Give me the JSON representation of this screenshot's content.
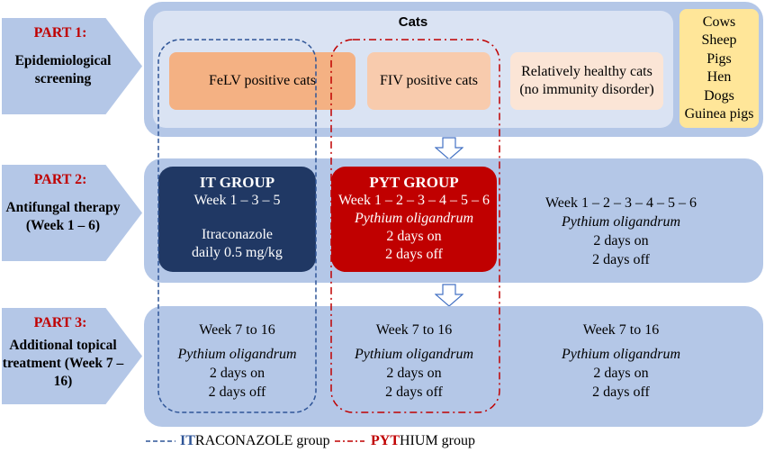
{
  "parts": [
    {
      "number": "PART 1:",
      "label": "Epidemiological screening"
    },
    {
      "number": "PART 2:",
      "label": "Antifungal therapy (Week 1 – 6)"
    },
    {
      "number": "PART 3:",
      "label": "Additional topical treatment (Week 7 – 16)"
    }
  ],
  "screening": {
    "cats_title": "Cats",
    "felv": "FeLV positive cats",
    "fiv": "FIV positive cats",
    "healthy": "Relatively healthy cats (no immunity disorder)",
    "other_animals": [
      "Cows",
      "Sheep",
      "Pigs",
      "Hen",
      "Dogs",
      "Guinea pigs"
    ]
  },
  "therapy": {
    "it": {
      "title": "IT GROUP",
      "weeks": "Week 1 – 3 – 5",
      "drug": "Itraconazole",
      "dose": "daily 0.5 mg/kg"
    },
    "pyt": {
      "title": "PYT GROUP",
      "weeks": "Week 1 – 2 – 3 – 4 – 5 – 6",
      "drug": "Pythium oligandrum",
      "on": "2 days on",
      "off": "2 days off"
    },
    "other": {
      "weeks": "Week 1 – 2 – 3 – 4 – 5 – 6",
      "drug": "Pythium oligandrum",
      "on": "2 days on",
      "off": "2 days off"
    }
  },
  "topical": {
    "weeks": "Week 7 to 16",
    "drug": "Pythium oligandrum",
    "on": "2 days on",
    "off": "2 days off"
  },
  "legend": {
    "it_prefix": "IT",
    "it_rest": "RACONAZOLE group",
    "pyt_prefix": "PYT",
    "pyt_rest": "HIUM group"
  },
  "colors": {
    "it": "#203864",
    "pyt": "#c00000",
    "panel": "#b4c7e7",
    "felv": "#f4b183",
    "fiv": "#f8cbad",
    "healthy": "#fbe5d6",
    "animals": "#ffe699"
  }
}
